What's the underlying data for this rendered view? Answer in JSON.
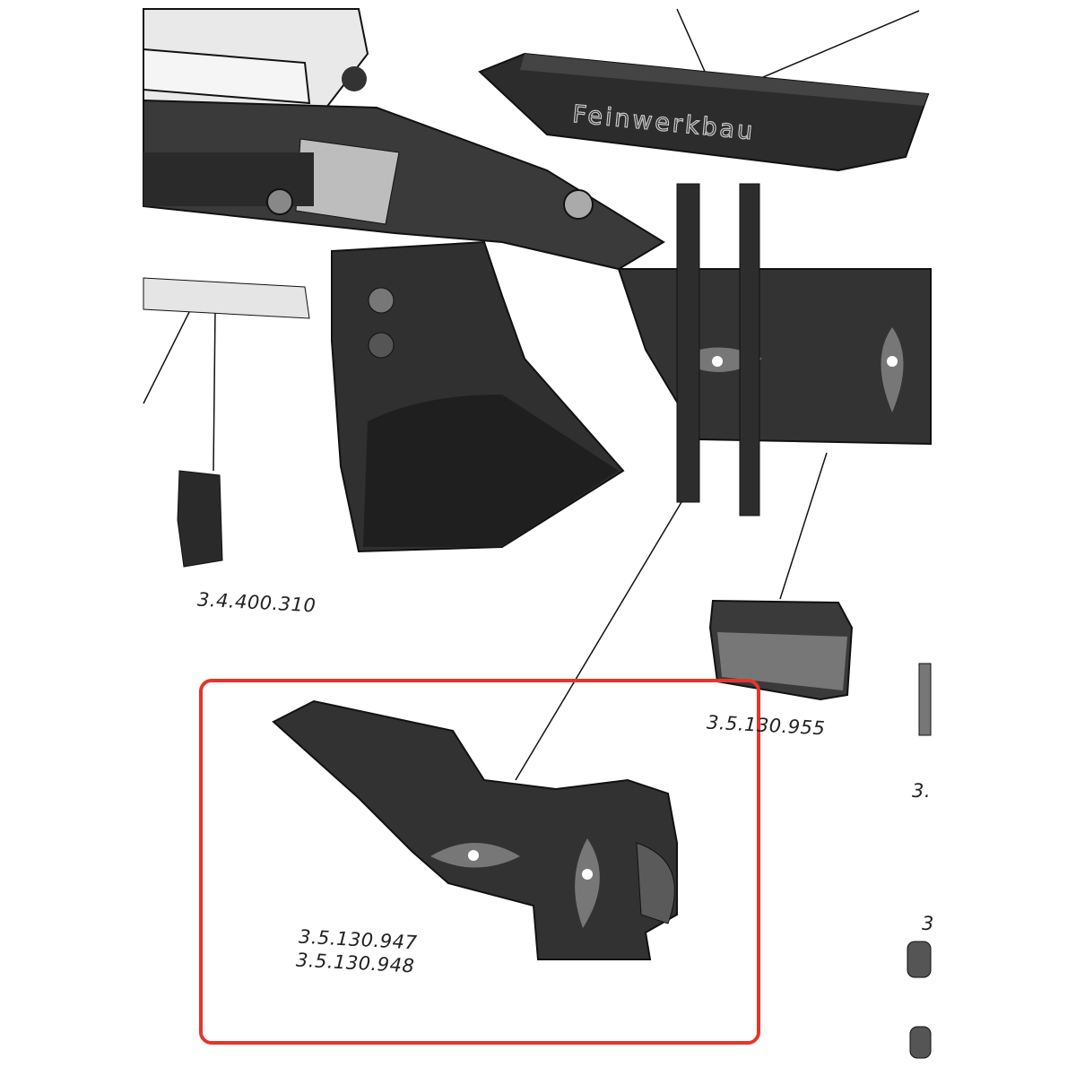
{
  "diagram": {
    "brand_engraving": "Feinwerkbau",
    "labels": {
      "trigger": "3.4.400.310",
      "buttplate_block": "3.5.130.955",
      "hook_part_a": "3.5.130.947",
      "hook_part_b": "3.5.130.948",
      "partial_right_1": "3.",
      "partial_right_2": "3"
    },
    "highlight_color": "#e5352b"
  }
}
